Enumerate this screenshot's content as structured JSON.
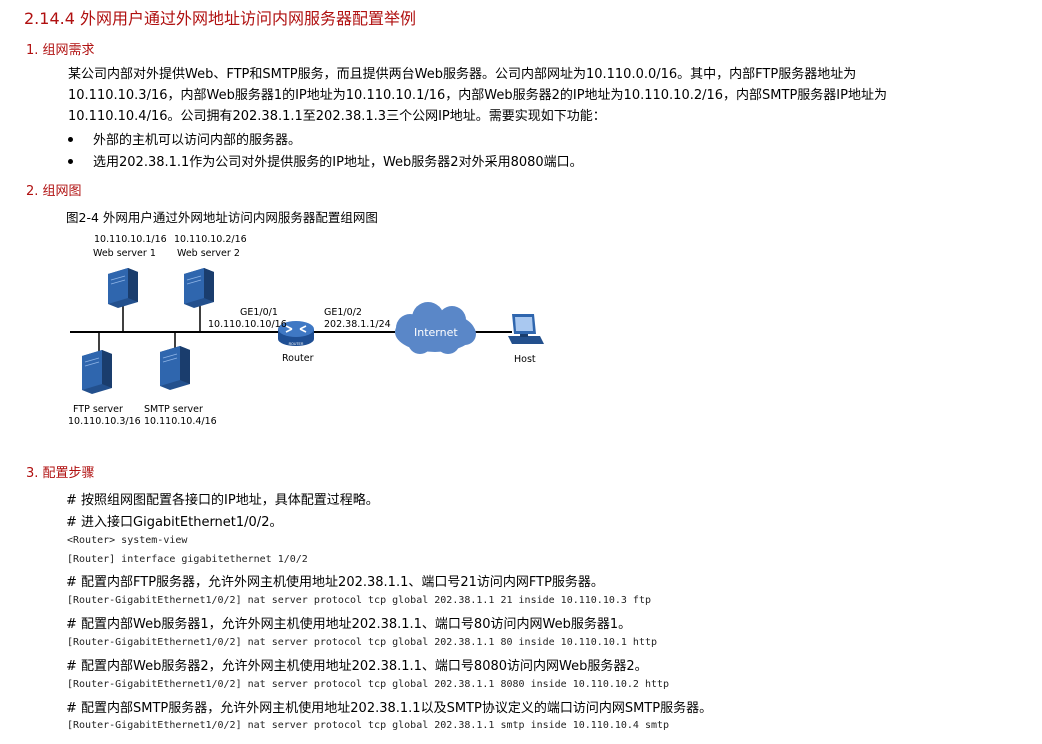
{
  "title": "2.14.4  外网用户通过外网地址访问内网服务器配置举例",
  "section1": {
    "heading": "1. 组网需求",
    "lines": [
      "某公司内部对外提供Web、FTP和SMTP服务，而且提供两台Web服务器。公司内部网址为10.110.0.0/16。其中，内部FTP服务器地址为",
      "10.110.10.3/16，内部Web服务器1的IP地址为10.110.10.1/16，内部Web服务器2的IP地址为10.110.10.2/16，内部SMTP服务器IP地址为",
      "10.110.10.4/16。公司拥有202.38.1.1至202.38.1.3三个公网IP地址。需要实现如下功能："
    ],
    "bullets": [
      "外部的主机可以访问内部的服务器。",
      "选用202.38.1.1作为公司对外提供服务的IP地址，Web服务器2对外采用8080端口。"
    ]
  },
  "section2": {
    "heading": "2. 组网图",
    "caption": "图2-4 外网用户通过外网地址访问内网服务器配置组网图",
    "diagram": {
      "web1_ip": "10.110.10.1/16",
      "web1_name": "Web server 1",
      "web2_ip": "10.110.10.2/16",
      "web2_name": "Web server 2",
      "ftp_name": "FTP server",
      "ftp_ip": "10.110.10.3/16",
      "smtp_name": "SMTP server",
      "smtp_ip": "10.110.10.4/16",
      "if_in": "GE1/0/1",
      "ip_in": "10.110.10.10/16",
      "if_out": "GE1/0/2",
      "ip_out": "202.38.1.1/24",
      "router_label": "Router",
      "router_badge": "ROUTER",
      "cloud_label": "Internet",
      "host_label": "Host"
    }
  },
  "section3": {
    "heading": "3. 配置步骤",
    "items": [
      {
        "type": "step",
        "text": "# 按照组网图配置各接口的IP地址，具体配置过程略。"
      },
      {
        "type": "step",
        "text": "# 进入接口GigabitEthernet1/0/2。"
      },
      {
        "type": "cmd",
        "text": "<Router> system-view"
      },
      {
        "type": "cmd",
        "text": "[Router] interface gigabitethernet 1/0/2"
      },
      {
        "type": "step",
        "text": "# 配置内部FTP服务器，允许外网主机使用地址202.38.1.1、端口号21访问内网FTP服务器。"
      },
      {
        "type": "cmd",
        "text": "[Router-GigabitEthernet1/0/2] nat server protocol tcp global 202.38.1.1 21 inside 10.110.10.3 ftp"
      },
      {
        "type": "step",
        "text": "# 配置内部Web服务器1，允许外网主机使用地址202.38.1.1、端口号80访问内网Web服务器1。"
      },
      {
        "type": "cmd",
        "text": "[Router-GigabitEthernet1/0/2] nat server protocol tcp global 202.38.1.1 80 inside 10.110.10.1 http"
      },
      {
        "type": "step",
        "text": "# 配置内部Web服务器2，允许外网主机使用地址202.38.1.1、端口号8080访问内网Web服务器2。"
      },
      {
        "type": "cmd",
        "text": "[Router-GigabitEthernet1/0/2] nat server protocol tcp global 202.38.1.1 8080 inside 10.110.10.2 http"
      },
      {
        "type": "step",
        "text": "# 配置内部SMTP服务器，允许外网主机使用地址202.38.1.1以及SMTP协议定义的端口访问内网SMTP服务器。"
      },
      {
        "type": "cmd",
        "text": "[Router-GigabitEthernet1/0/2] nat server protocol tcp global 202.38.1.1 smtp inside 10.110.10.4 smtp"
      }
    ]
  },
  "colors": {
    "heading": "#b01010",
    "server": "#2b5b9a",
    "router": "#3f78c4",
    "cloud": "#5a87c8"
  }
}
